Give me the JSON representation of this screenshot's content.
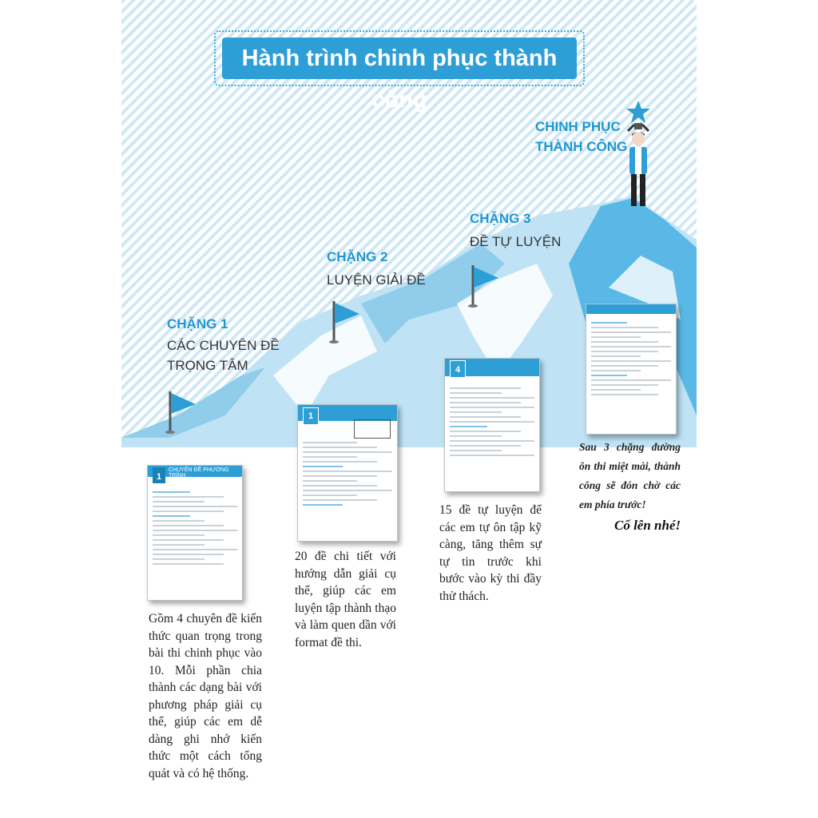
{
  "title": "Hành trình chinh phục thành công",
  "final_stage": {
    "line1": "CHINH PHỤC",
    "line2": "THÀNH CÔNG"
  },
  "stages": [
    {
      "head": "CHẶNG 1",
      "sub1": "CÁC CHUYÊN ĐỀ",
      "sub2": "TRỌNG TÂM"
    },
    {
      "head": "CHẶNG 2",
      "sub1": "LUYỆN GIẢI ĐỀ"
    },
    {
      "head": "CHẶNG 3",
      "sub1": "ĐỀ TỰ LUYỆN"
    }
  ],
  "doc1": {
    "chip": "1",
    "header": "CHUYÊN ĐỀ PHƯƠNG TRÌNH"
  },
  "doc2": {
    "chip": "1"
  },
  "doc3": {
    "chip": "4"
  },
  "descriptions": {
    "stage1": "Gồm 4 chuyên đề kiến thức quan trọng trong bài thi chinh phục vào 10. Mỗi phần chia thành các dạng bài với phương pháp giải cụ thể, giúp các em dễ dàng ghi nhớ kiến thức một cách tổng quát và có hệ thống.",
    "stage2": "20 đề chi tiết với hướng dẫn giải cụ thể, giúp các em luyện tập thành thạo và làm quen dần với format đề thi.",
    "stage3": "15 đề tự luyện để các em tự ôn tập kỹ càng, tăng thêm sự tự tin trước khi bước vào kỳ thi đầy thử thách.",
    "final": "Sau 3 chặng đường ôn thi miệt mài, thành công sẽ đón chờ các em phía trước!",
    "cheer": "Cố lên nhé!"
  },
  "colors": {
    "accent": "#2e9fd6",
    "mountain_light": "#bfe3f5",
    "mountain_dark": "#5ab8e6",
    "stripe": "#cfe8f6"
  }
}
